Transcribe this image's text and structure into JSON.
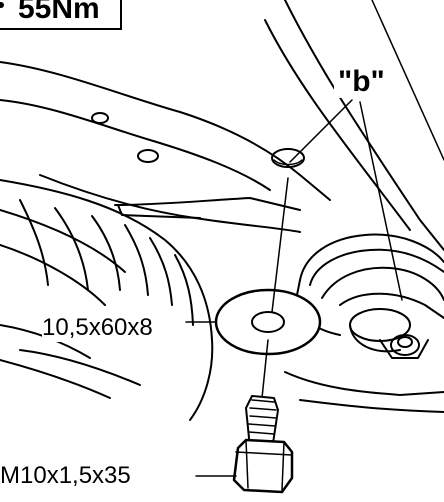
{
  "torque": {
    "value": "55Nm"
  },
  "reference_label": "\"b\"",
  "parts": {
    "washer": "10,5x60x8",
    "bolt": "M10x1,5x35"
  },
  "colors": {
    "line": "#000000",
    "background": "#ffffff"
  }
}
